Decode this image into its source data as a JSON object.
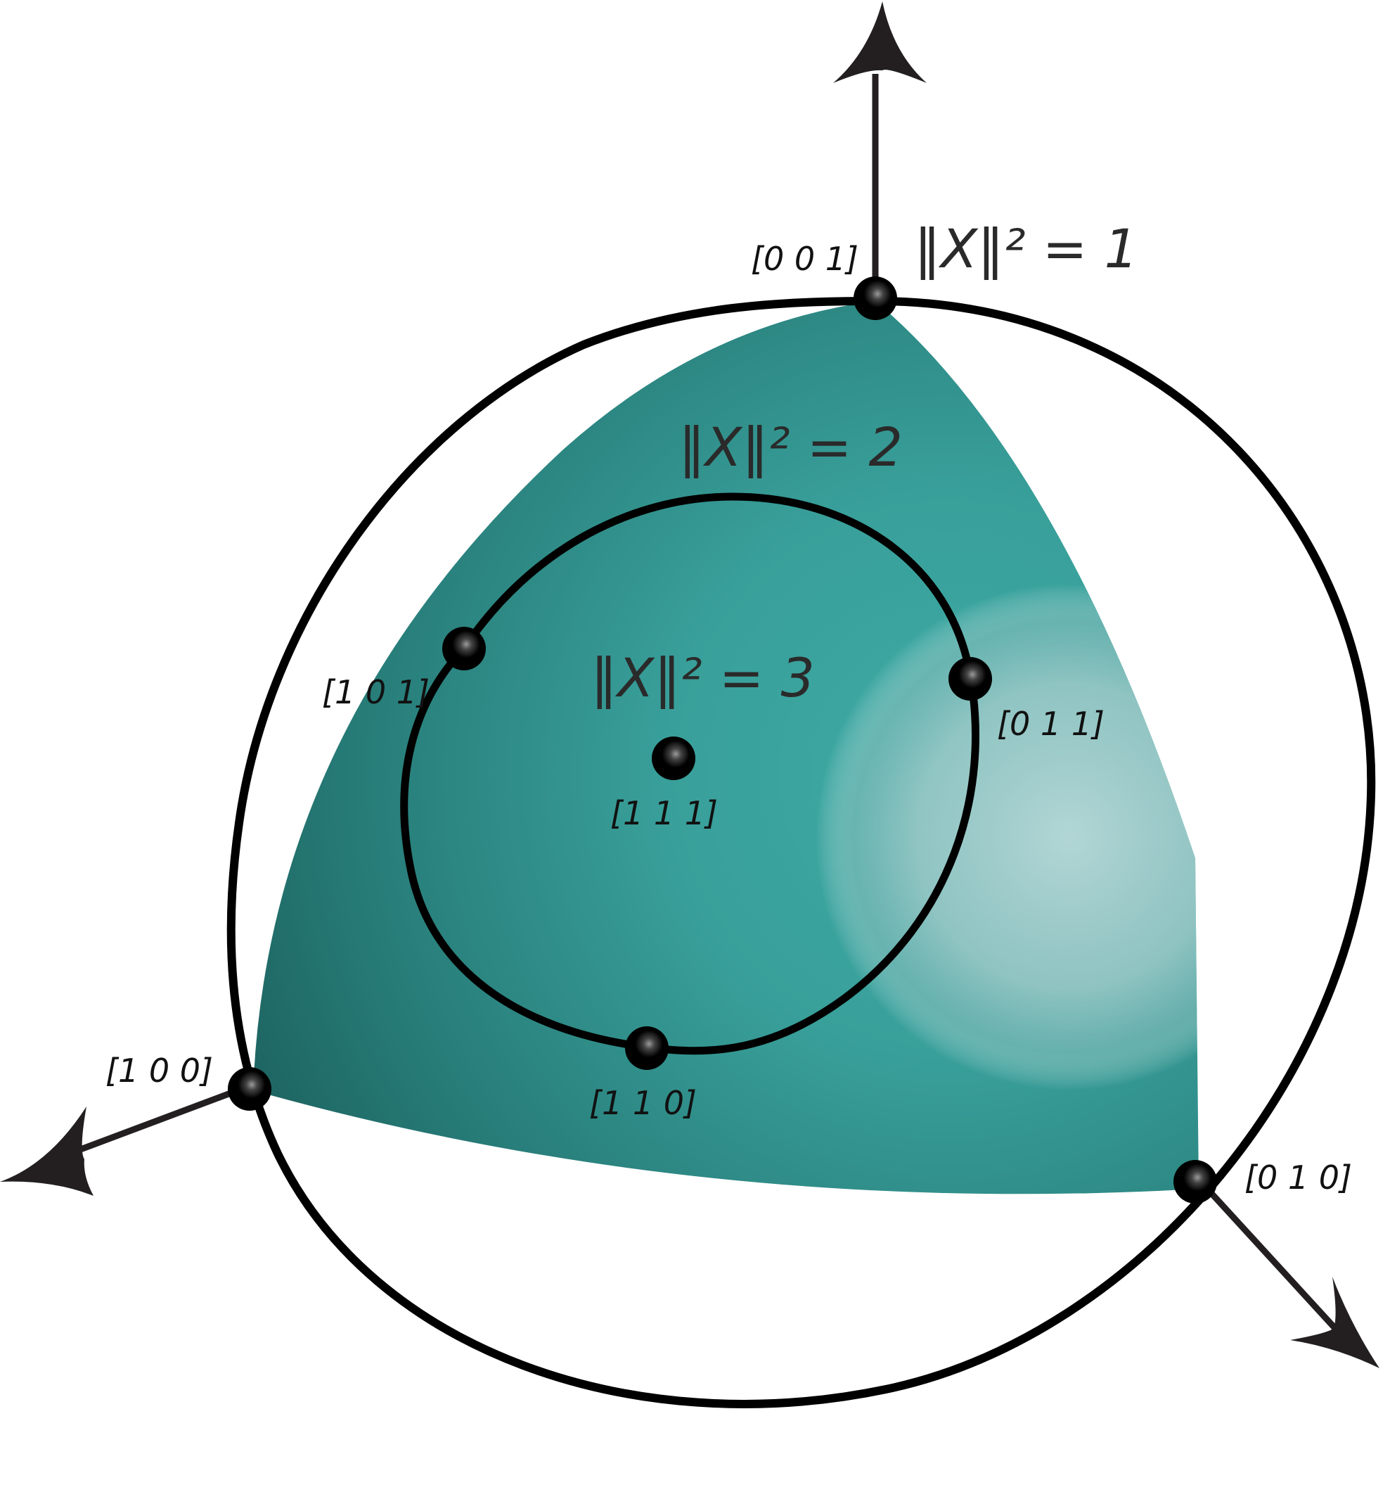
{
  "colors": {
    "background": "#ffffff",
    "surface_light": "#3aa6a0",
    "surface_dark": "#1b5f5c",
    "highlight": "#b8d8d8",
    "stroke": "#000000",
    "axis": "#231f20"
  },
  "axes": {
    "z_arrow": "up-arrow-icon",
    "x_arrow": "lower-left-arrow-icon",
    "y_arrow": "lower-right-arrow-icon"
  },
  "norm_labels": {
    "outer": "‖X‖² = 1",
    "middle": "‖X‖² = 2",
    "center": "‖X‖² = 3"
  },
  "points": {
    "p001": "[0 0 1]",
    "p100": "[1 0 0]",
    "p010": "[0 1 0]",
    "p101": "[1 0 1]",
    "p011": "[0 1 1]",
    "p110": "[1 1 0]",
    "p111": "[1 1 1]"
  }
}
